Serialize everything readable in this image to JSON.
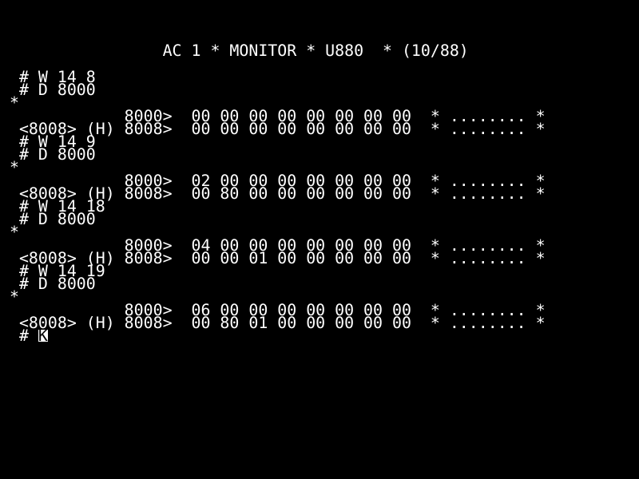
{
  "screen": {
    "title": "                 AC 1 * MONITOR * U880  * (10/88)",
    "lines": [
      "  # W 14 8",
      "  # D 8000",
      " *",
      "             8000>  00 00 00 00 00 00 00 00  * ........ *",
      "  <8008> (H) 8008>  00 00 00 00 00 00 00 00  * ........ *",
      "  # W 14 9",
      "  # D 8000",
      " *",
      "             8000>  02 00 00 00 00 00 00 00  * ........ *",
      "  <8008> (H) 8008>  00 80 00 00 00 00 00 00  * ........ *",
      "  # W 14 18",
      "  # D 8000",
      " *",
      "             8000>  04 00 00 00 00 00 00 00  * ........ *",
      "  <8008> (H) 8008>  00 00 01 00 00 00 00 00  * ........ *",
      "  # W 14 19",
      "  # D 8000",
      " *",
      "             8000>  06 00 00 00 00 00 00 00  * ........ *",
      "  <8008> (H) 8008>  00 80 01 00 00 00 00 00  * ........ *"
    ],
    "prompt": "  # ",
    "cursor": "K"
  },
  "colors": {
    "background": "#000000",
    "foreground": "#ffffff"
  }
}
